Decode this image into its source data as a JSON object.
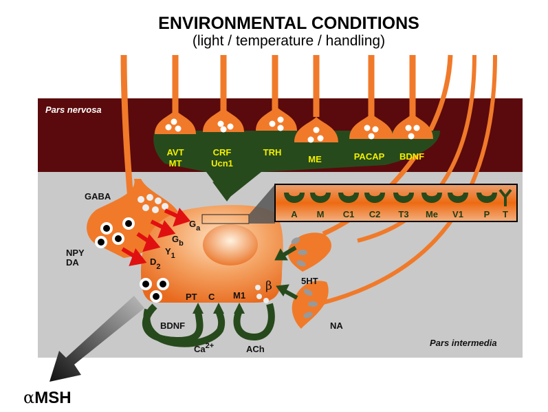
{
  "title": "ENVIRONMENTAL CONDITIONS",
  "subtitle": "(light / temperature / handling)",
  "regions": {
    "nervosa": "Pars nervosa",
    "intermedia": "Pars intermedia"
  },
  "terminals": [
    {
      "line1": "AVT",
      "line2": "MT"
    },
    {
      "line1": "CRF",
      "line2": "Ucn1"
    },
    {
      "line1": "TRH",
      "line2": ""
    },
    {
      "line1": "ME",
      "line2": ""
    },
    {
      "line1": "PACAP",
      "line2": ""
    },
    {
      "line1": "BDNF",
      "line2": ""
    }
  ],
  "receptors": [
    "A",
    "M",
    "C1",
    "C2",
    "T3",
    "Me",
    "V1",
    "P",
    "T"
  ],
  "inputs": {
    "gaba": "GABA",
    "npy": "NPY",
    "da": "DA",
    "sht": "5HT",
    "na": "NA"
  },
  "cell_receptors": {
    "ga": {
      "base": "G",
      "sub": "a"
    },
    "gb": {
      "base": "G",
      "sub": "b"
    },
    "y1": {
      "base": "Y",
      "sub": "1"
    },
    "d2": {
      "base": "D",
      "sub": "2"
    },
    "pt": "PT",
    "c": "C",
    "m1": "M1",
    "beta": "β"
  },
  "autocrine": {
    "bdnf": "BDNF",
    "ca": {
      "base": "Ca",
      "sup": "2+"
    },
    "ach": "ACh"
  },
  "output": {
    "alpha": "α",
    "label": "MSH"
  },
  "colors": {
    "maroon": "#5a0a0c",
    "gray": "#c9c9c9",
    "orange": "#f07a2a",
    "green": "#274a1c",
    "red": "#e01010"
  }
}
